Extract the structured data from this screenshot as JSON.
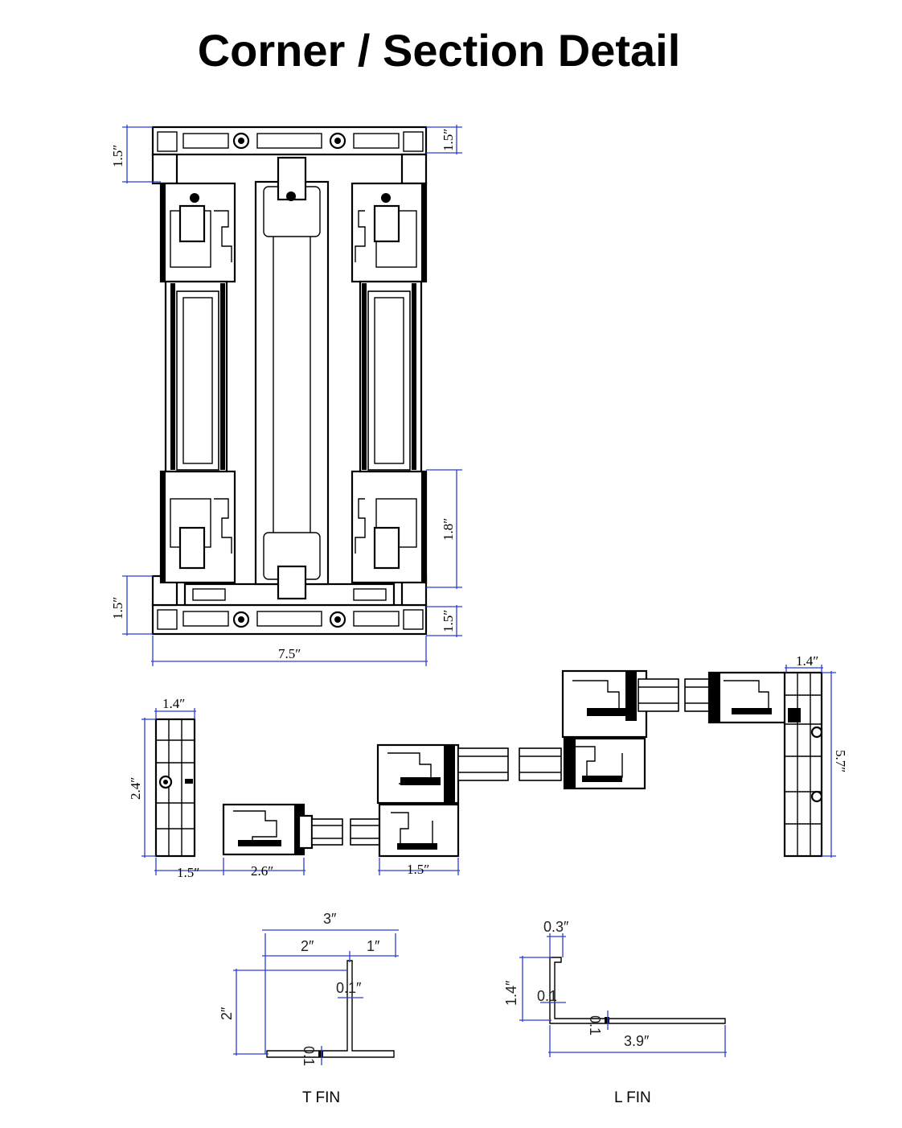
{
  "title": "Corner / Section Detail",
  "section_detail": {
    "dims": {
      "top_left": "1.5″",
      "top_right": "1.5″",
      "right_mid": "1.8″",
      "bottom_left": "1.5″",
      "bottom_right": "1.5″",
      "width": "7.5″"
    }
  },
  "corner_detail": {
    "dims": {
      "post_width": "1.4″",
      "post_height": "2.4″",
      "post_base": "1.5″",
      "frame_a": "2.6″",
      "frame_b": "1.5″",
      "right_post_width": "1.4″",
      "right_post_height": "5.7″"
    }
  },
  "t_fin": {
    "label": "T  FIN",
    "dims": {
      "total": "3″",
      "left": "2″",
      "right": "1″",
      "height": "2″",
      "thickness_top": "0.1″",
      "thickness_bottom": "0.1"
    }
  },
  "l_fin": {
    "label": "L FIN",
    "dims": {
      "top": "0.3″",
      "height": "1.4″",
      "thickness_v": "0.1",
      "thickness_h": "0.1",
      "length": "3.9″"
    }
  },
  "colors": {
    "dimension_line": "#2a3ed8",
    "profile": "#000000"
  }
}
